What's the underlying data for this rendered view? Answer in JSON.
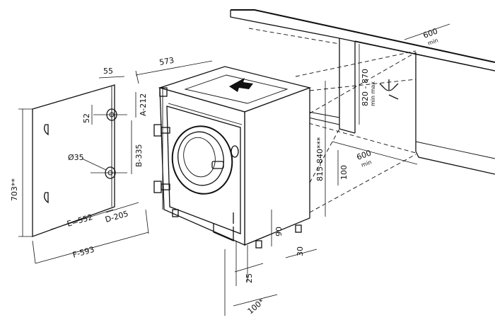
{
  "dimensions": {
    "d55": "55",
    "d573": "573",
    "a212": "A-212",
    "d52": "52",
    "b335": "B-335",
    "d703": "703**",
    "dia35": "Ø35",
    "e552": "E=552",
    "d205": "D-205",
    "f593": "F-593",
    "d600_top": "600",
    "min_top": "min",
    "d820": "820 - 870",
    "minmax": "min   max",
    "d815": "815-840***",
    "d600_mid": "600",
    "min_mid": "min",
    "d100": "100",
    "d90": "90",
    "d30": "30",
    "d25": "25",
    "d100s": "100*"
  }
}
